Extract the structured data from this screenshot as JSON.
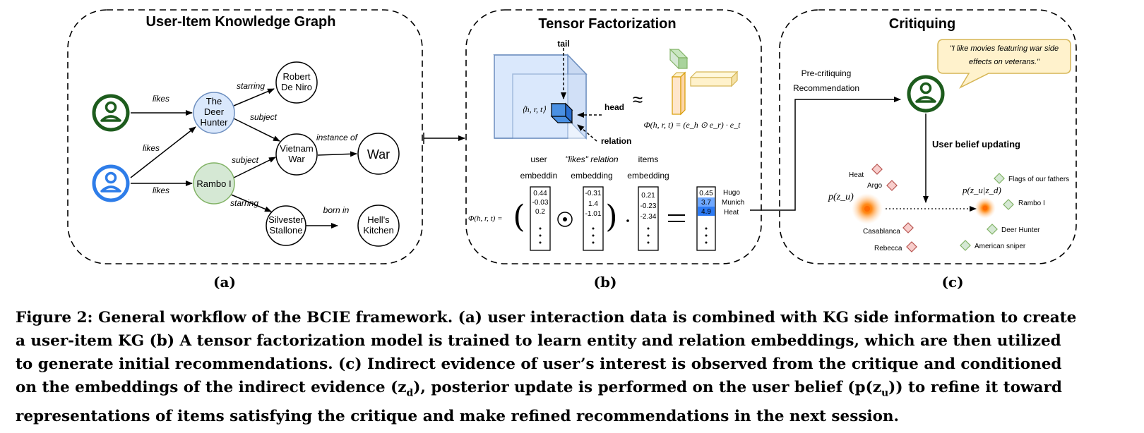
{
  "panel_a": {
    "title": "User-Item Knowledge Graph",
    "label": "(a)",
    "nodes": {
      "deer_hunter": "The Deer Hunter",
      "robert": "Robert De Niro",
      "vietnam": "Vietnam War",
      "war": "War",
      "rambo": "Rambo I",
      "silvester": "Silvester Stallone",
      "hells": "Hell's Kitchen"
    },
    "edges": {
      "likes": "likes",
      "starring": "starring",
      "subject": "subject",
      "instance_of": "instance of",
      "born_in": "born in"
    }
  },
  "panel_b": {
    "title": "Tensor Factorization",
    "label": "(b)",
    "tensor_labels": {
      "tail": "tail",
      "head": "head",
      "relation": "relation"
    },
    "triple": "⟨h, r, t⟩",
    "approx": "≈",
    "formula": "Φ(h, r, t) = (e_h ⊙ e_r) · e_t",
    "lhs": "Φ(h, r, t) =",
    "headers": {
      "user": [
        "user",
        "embeddin"
      ],
      "relation": [
        "\"likes\" relation",
        "embedding"
      ],
      "items": [
        "items",
        "embedding"
      ]
    },
    "user_vec": [
      "0.44",
      "-0.03",
      "0.2"
    ],
    "relation_vec": [
      "-0.31",
      "1.4",
      "-1.01"
    ],
    "items_vec": [
      "0.21",
      "-0.23",
      "-2.34"
    ],
    "result_vec": [
      "0.45",
      "3.7",
      "4.9"
    ],
    "result_names": [
      "Hugo",
      "Munich",
      "Heat"
    ],
    "colors": {
      "cube": "#dae8fc",
      "cube_edge": "#6c8ebf",
      "small_cube": "#4a90e2",
      "result_mid": "#6fa8ff",
      "result_high": "#2d7bf4"
    }
  },
  "panel_c": {
    "title": "Critiquing",
    "label": "(c)",
    "pre_crit": [
      "Pre-critiquing",
      "Recommendation"
    ],
    "speech": [
      "\"I like movies featuring war side",
      "effects on veterans.\""
    ],
    "belief_update": "User belief updating",
    "pzu": "p(z_u)",
    "pzu_zd": "p(z_u|z_d)",
    "red_items": [
      "Heat",
      "Argo",
      "Casablanca",
      "Rebecca"
    ],
    "green_items": [
      "Flags of our fathers",
      "Rambo I",
      "Deer Hunter",
      "American sniper"
    ],
    "colors": {
      "red_diamond": "#f8cecc",
      "red_edge": "#b85450",
      "green_diamond": "#d5e8d4",
      "green_edge": "#82b366",
      "user_green": "#1d5c1d",
      "user_blue": "#2e7de9",
      "orange": "#ff7f00",
      "speech_fill": "#fff2cc",
      "speech_edge": "#d6b656"
    }
  },
  "caption": {
    "lines": [
      "Figure 2: General workflow of the BCIE framework. (a) user interaction data is combined with KG side information to create",
      "a user-item KG (b) A tensor factorization model is trained to learn entity and relation embeddings, which are then utilized",
      "to generate initial recommendations. (c) Indirect evidence of user’s interest is observed from the critique and conditioned",
      "on the embeddings of the indirect evidence (z",
      "), posterior update is performed on the user belief (p(z",
      ")) to refine it toward",
      "representations of items satisfying the critique and make refined recommendations in the next session."
    ],
    "sub_d": "d",
    "sub_u": "u"
  }
}
